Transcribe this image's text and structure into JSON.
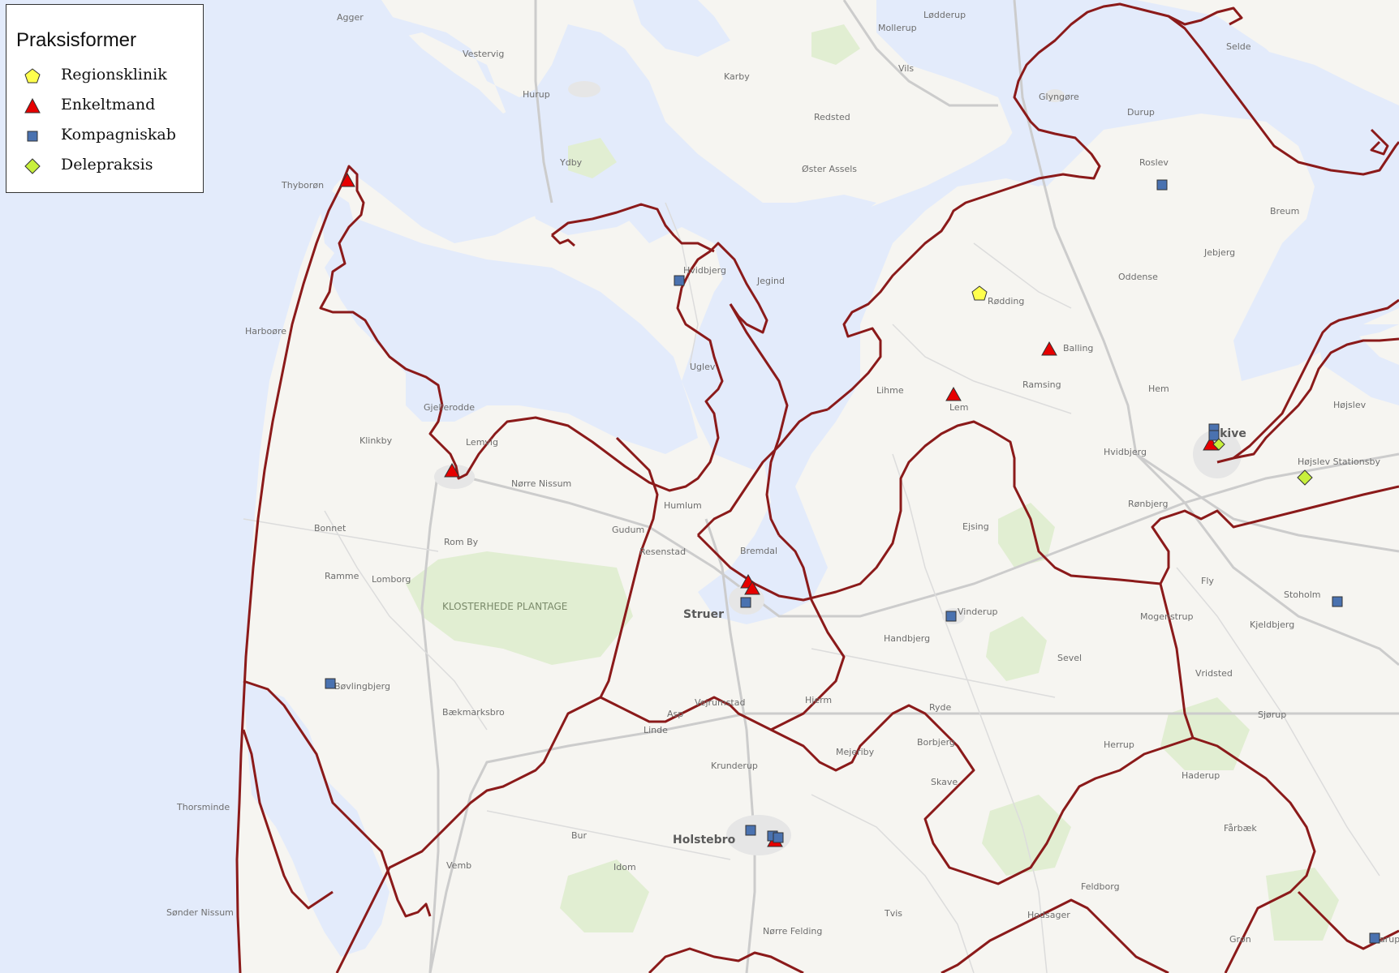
{
  "legend": {
    "title": "Praksisformer",
    "items": [
      {
        "label": "Regionsklinik",
        "symbol": "pentagon",
        "color": "#ffff4d"
      },
      {
        "label": "Enkeltmand",
        "symbol": "triangle",
        "color": "#e60000"
      },
      {
        "label": "Kompagniskab",
        "symbol": "square",
        "color": "#4a72b0"
      },
      {
        "label": "Delepraksis",
        "symbol": "diamond",
        "color": "#c8f03c"
      }
    ]
  },
  "colors": {
    "sea": "#e3ebfb",
    "land": "#f6f5f1",
    "boundary": "#8b1a1a",
    "road": "#c8c8c8",
    "forest": "#e1eed2"
  },
  "places": {
    "agger": "Agger",
    "vestervig": "Vestervig",
    "hurup": "Hurup",
    "ydby": "Ydby",
    "lodderup": "Lødderup",
    "mollerup": "Mollerup",
    "karby": "Karby",
    "vils": "Vils",
    "redsted": "Redsted",
    "oster_assels": "Øster Assels",
    "glyngore": "Glyngøre",
    "durup": "Durup",
    "selde": "Selde",
    "roslev": "Roslev",
    "breum": "Breum",
    "jebjerg": "Jebjerg",
    "thyboron": "Thyborøn",
    "hvidbjerg": "Hvidbjerg",
    "jegind": "Jegind",
    "oddense": "Oddense",
    "rodding": "Rødding",
    "balling": "Balling",
    "harboore": "Harboøre",
    "uglev": "Uglev",
    "ramsing": "Ramsing",
    "lihme": "Lihme",
    "lem": "Lem",
    "hem": "Hem",
    "hojslev": "Højslev",
    "gjellerodde": "Gjellerodde",
    "lemvig": "Lemvig",
    "klinkby": "Klinkby",
    "hvidbjerg2": "Hvidbjerg",
    "skive": "Skive",
    "hojslev_st": "Højslev Stationsby",
    "norre_nissum": "Nørre Nissum",
    "humlum": "Humlum",
    "bonnet": "Bonnet",
    "gudum": "Gudum",
    "ronbjerg": "Rønbjerg",
    "rom_by": "Rom By",
    "ejsing": "Ejsing",
    "resenstad": "Resenstad",
    "bremdal": "Bremdal",
    "ramme": "Ramme",
    "lomborg": "Lomborg",
    "fly": "Fly",
    "klosterhede": "KLOSTERHEDE PLANTAGE",
    "struer": "Struer",
    "vinderup": "Vinderup",
    "mogeltrup": "Mogenstrup",
    "stoholm": "Stoholm",
    "handbjerg": "Handbjerg",
    "kjeldbjerg": "Kjeldbjerg",
    "sevel": "Sevel",
    "vridsted": "Vridsted",
    "bovlingbjerg": "Bøvlingbjerg",
    "hjerm": "Hjerm",
    "vejrumstad": "Vejrumstad",
    "ryde": "Ryde",
    "baekmarksbro": "Bækmarksbro",
    "asp": "Asp",
    "sjorup": "Sjørup",
    "linde": "Linde",
    "borbjerg": "Borbjerg",
    "herrup": "Herrup",
    "mejerby": "Mejeriby",
    "krunderup": "Krunderup",
    "haderup": "Haderup",
    "skave": "Skave",
    "thorsminde": "Thorsminde",
    "farbaek": "Fårbæk",
    "holstebro": "Holstebro",
    "bur": "Bur",
    "vemb": "Vemb",
    "idom": "Idom",
    "feldborg": "Feldborg",
    "sonder_nissum": "Sønder Nissum",
    "tvis": "Tvis",
    "hodsager": "Hodsager",
    "norre_felding": "Nørre Felding",
    "gron": "Grøn",
    "karup": "Karup"
  }
}
